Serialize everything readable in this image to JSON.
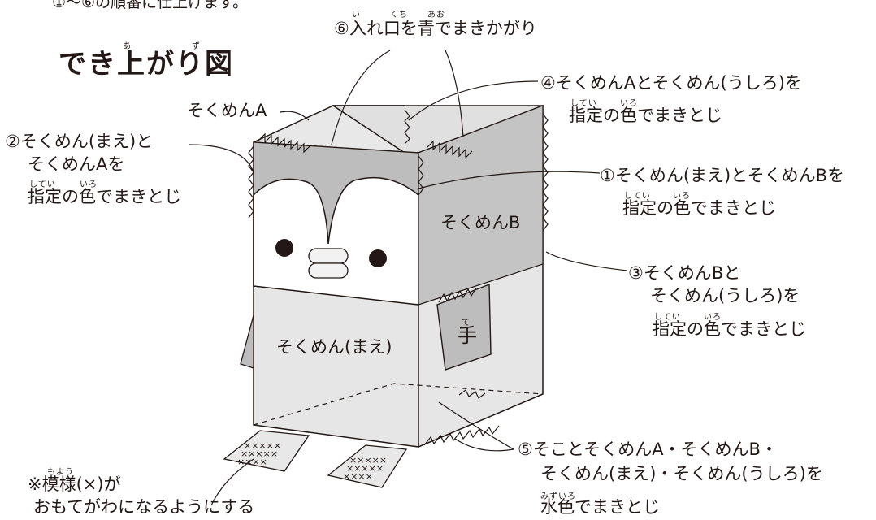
{
  "note_top": "①〜⑥の順番に仕上げます。",
  "title": {
    "text": "でき上がり図",
    "ruby_a": "あ",
    "ruby_zu": "ず"
  },
  "step6": {
    "text": "⑥入れ口を青でまきかがり",
    "ruby_i": "い",
    "ruby_kuchi": "くち",
    "ruby_ao": "あお"
  },
  "step4": {
    "line1": "④そくめんAとそくめん(うしろ)を",
    "line2": "指定の色でまきとじ",
    "ruby_shitei": "してい",
    "ruby_iro": "いろ"
  },
  "label_sokumen_a": "そくめんA",
  "step2": {
    "line1": "②そくめん(まえ)と",
    "line2": "そくめんAを",
    "line3": "指定の色でまきとじ",
    "ruby_shitei": "してい",
    "ruby_iro": "いろ"
  },
  "step1": {
    "line1": "①そくめん(まえ)とそくめんBを",
    "line2": "指定の色でまきとじ",
    "ruby_shitei": "してい",
    "ruby_iro": "いろ"
  },
  "step3": {
    "line1": "③そくめんBと",
    "line2": "そくめん(うしろ)を",
    "line3": "指定の色でまきとじ",
    "ruby_shitei": "してい",
    "ruby_iro": "いろ"
  },
  "label_sokumen_b": "そくめんB",
  "label_sokumen_mae": "そくめん(まえ)",
  "label_te": "手",
  "ruby_te": "て",
  "step5": {
    "line1": "⑤そことそくめんA・そくめんB・",
    "line2": "そくめん(まえ)・そくめん(うしろ)を",
    "line3": "水色でまきとじ",
    "ruby_mizuiro": "みずいろ"
  },
  "note_bottom": {
    "line1": "※模様(×)が",
    "line2": "おもてがわになるようにする",
    "ruby_moyou": "もよう"
  },
  "colors": {
    "ink": "#231815",
    "panel_light": "#ebebeb",
    "panel_mid": "#d6d6d6",
    "panel_dark": "#bdbdbd",
    "face": "#ffffff"
  }
}
